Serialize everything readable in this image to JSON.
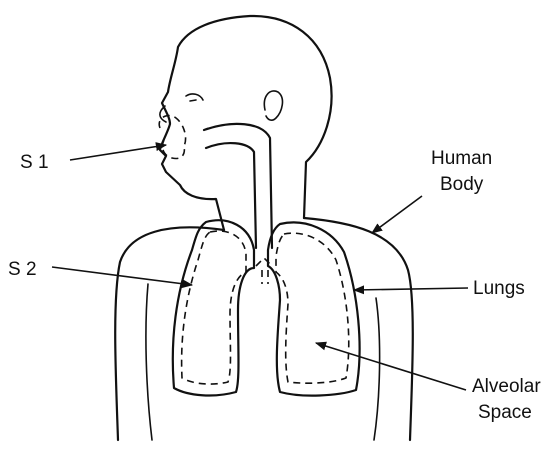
{
  "labels": {
    "s1": "S 1",
    "s2": "S 2",
    "human_body_line1": "Human",
    "human_body_line2": "Body",
    "lungs": "Lungs",
    "alveolar_line1": "Alveolar",
    "alveolar_line2": "Space"
  }
}
